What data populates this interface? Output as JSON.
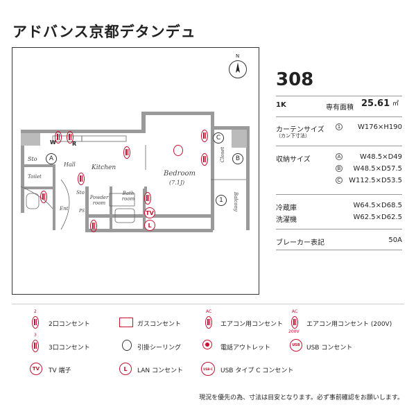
{
  "title": "アドバンス京都デタンデュ",
  "floorplan": {
    "rooms": {
      "sto1": "Sto",
      "hall": "Hall",
      "kitchen": "Kitchen",
      "bedroom": "Bedroom",
      "bedroom_size": "(7.1J)",
      "toilet": "Toilet",
      "sto2": "Sto",
      "ent": "Ent",
      "ps": "PS",
      "powder_room": "Powder room",
      "bath_room": "Bath room",
      "closet": "Closet",
      "balcony": "Balcony"
    },
    "markers": {
      "a": "A",
      "b": "B",
      "c": "C",
      "one": "1",
      "tv": "TV",
      "lan": "L",
      "w": "W",
      "r": "R"
    },
    "compass": "N"
  },
  "unit": {
    "room_number": "308",
    "layout": "1K",
    "area_label": "専有面積",
    "area_value": "25.61",
    "area_unit": "㎡",
    "curtain_label": "カーテンサイズ",
    "curtain_sub": "（カン下寸法）",
    "curtain_marker": "1",
    "curtain_value": "W176×H190",
    "storage_label": "収納サイズ",
    "storage": [
      {
        "marker": "A",
        "value": "W48.5×D49"
      },
      {
        "marker": "B",
        "value": "W48.5×D57.5"
      },
      {
        "marker": "C",
        "value": "W112.5×D53.5"
      }
    ],
    "fridge_label": "冷蔵庫",
    "fridge_value": "W64.5×D68.5",
    "washer_label": "洗濯機",
    "washer_value": "W62.5×D62.5",
    "breaker_label": "ブレーカー表記",
    "breaker_value": "50A"
  },
  "legend": {
    "two_outlet": "2口コンセント",
    "gas": "ガスコンセント",
    "ac": "エアコン用コンセント",
    "ac200": "エアコン用コンセント (200V)",
    "three_outlet": "3口コンセント",
    "ceiling": "引掛シーリング",
    "phone": "電話アウトレット",
    "usb": "USB コンセント",
    "tv": "TV 端子",
    "lan": "LAN コンセント",
    "usbc": "USB タイプ C コンセント",
    "sym_2": "2",
    "sym_3": "3",
    "sym_ac": "AC",
    "sym_200v": "200V",
    "sym_tv": "TV",
    "sym_l": "L",
    "sym_usb": "USB",
    "sym_usbc": "USB-C"
  },
  "footnote": "現況を優先の為、寸法は目安となります。必ず事前確認をお願いします。",
  "colors": {
    "accent": "#c8102e",
    "wall": "#9a9a9a"
  }
}
